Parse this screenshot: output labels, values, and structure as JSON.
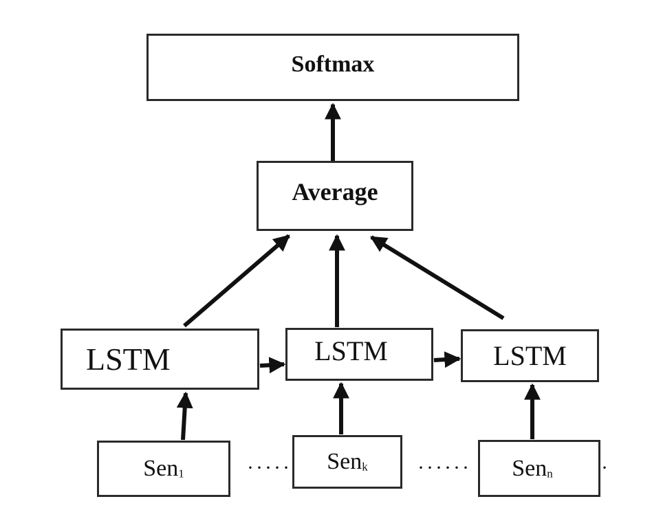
{
  "nodes": {
    "softmax": "Softmax",
    "average": "Average",
    "lstm_1": "LSTM",
    "lstm_2": "LSTM",
    "lstm_3": "LSTM",
    "sen_1": {
      "text": "Sen",
      "sub": "1"
    },
    "sen_2": {
      "text": "Sen",
      "sub": "k"
    },
    "sen_3": {
      "text": "Sen",
      "sub": "n"
    }
  },
  "ellipses": [
    "·····",
    "······",
    "·"
  ],
  "colors": {
    "stroke": "#111111",
    "box_border": "#2a2a2a",
    "background": "#ffffff"
  }
}
